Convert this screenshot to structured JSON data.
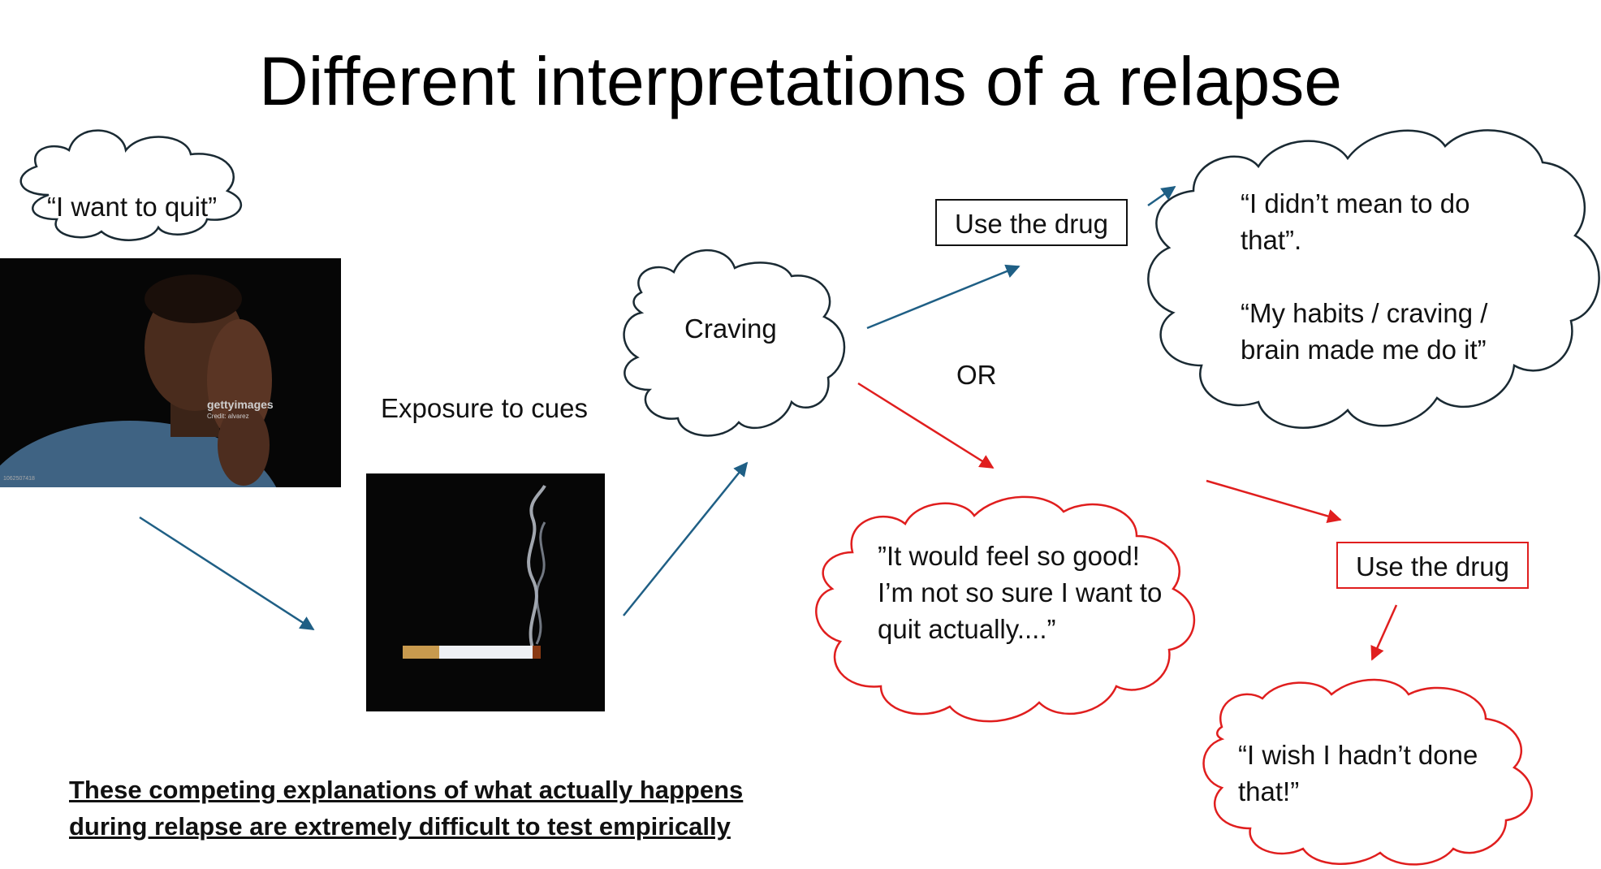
{
  "title": "Different interpretations of a relapse",
  "labels": {
    "quit_bubble": "“I want to quit”",
    "exposure": "Exposure to cues",
    "craving": "Craving",
    "or": "OR",
    "use_drug_top": "Use the drug",
    "use_drug_bottom": "Use the drug",
    "didnt_mean": "“I didn’t mean to do that”.",
    "habits": "“My habits / craving / brain made me do it”",
    "feel_good_line1": "”It would feel so good!",
    "feel_good_line2": "I’m not so sure I want to",
    "feel_good_line3": "quit actually....”",
    "wish": "“I wish I hadn’t done that!”"
  },
  "photos": {
    "watermark": "gettyimages",
    "credit": "Credit: alvarez",
    "id": "1062507418"
  },
  "footer": {
    "line1": "These competing explanations of what actually happens",
    "line2": "during relapse are extremely difficult to test empirically"
  },
  "colors": {
    "blue_arrow": "#1f5f85",
    "red": "#e01e1e",
    "dark_outline": "#1a2a33"
  }
}
